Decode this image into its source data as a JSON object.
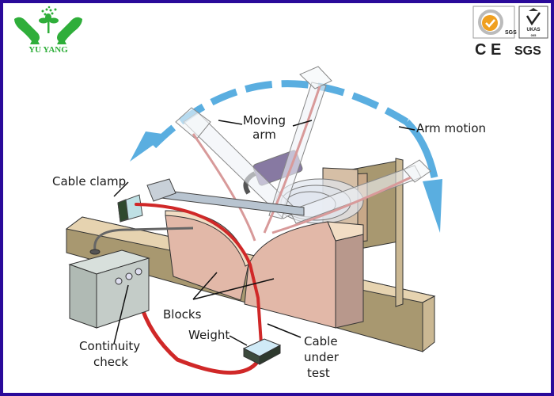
{
  "brand": {
    "logo_text": "YU YANG",
    "logo_icon": "hands-holding-plant-icon",
    "brand_color": "#2fae3a"
  },
  "certifications": {
    "sgs_badge_text": "SGS",
    "ukas_badge_text": "UKAS",
    "ukas_sub": "005",
    "ce_mark": "C E",
    "sgs_mark": "SGS"
  },
  "diagram": {
    "labels": {
      "moving_arm_line1": "Moving",
      "moving_arm_line2": "arm",
      "arm_motion": "Arm motion",
      "cable_clamp": "Cable clamp",
      "blocks": "Blocks",
      "weight": "Weight",
      "cable_under_test_line1": "Cable",
      "cable_under_test_line2": "under",
      "cable_under_test_line3": "test",
      "continuity_check_line1": "Continuity",
      "continuity_check_line2": "check"
    },
    "colors": {
      "arc_arrow": "#5aaee0",
      "cable": "#d02828",
      "base_wood": "#a89870",
      "block": "#e2b8a8",
      "frame_border": "#2a0a9a"
    }
  }
}
